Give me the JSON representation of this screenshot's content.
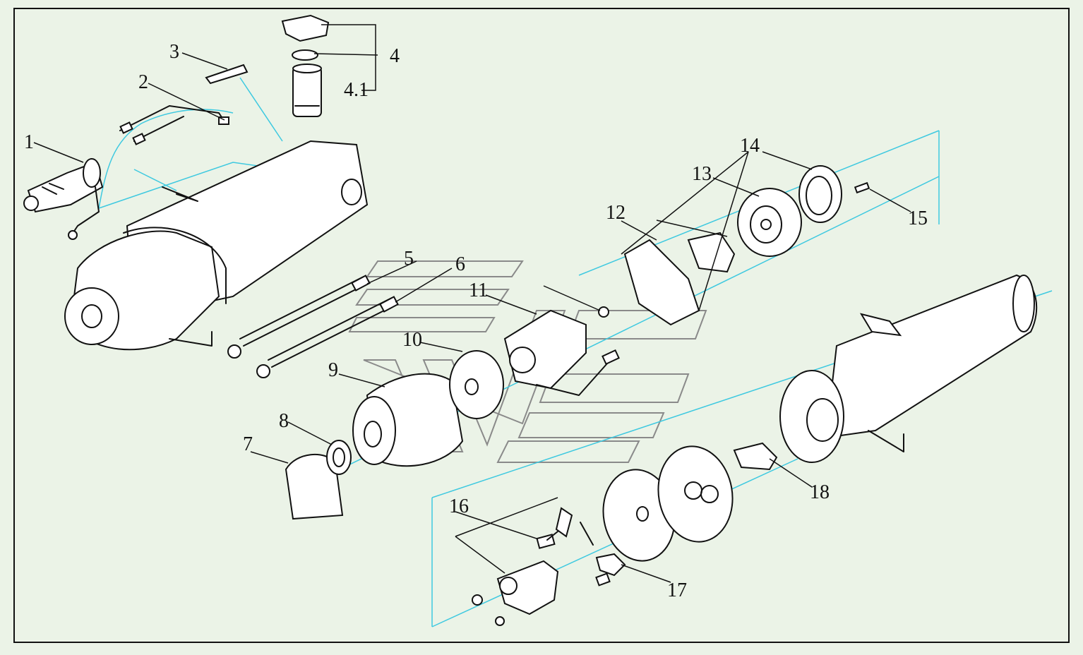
{
  "diagram": {
    "colors": {
      "background": "#ebf3e7",
      "axis": "#3ec9e0",
      "ink": "#111111",
      "watermark": "#8a8a8a"
    },
    "callouts": [
      "1",
      "2",
      "3",
      "4",
      "4.1",
      "5",
      "6",
      "7",
      "8",
      "9",
      "10",
      "11",
      "12",
      "13",
      "14",
      "15",
      "16",
      "17",
      "18"
    ]
  }
}
